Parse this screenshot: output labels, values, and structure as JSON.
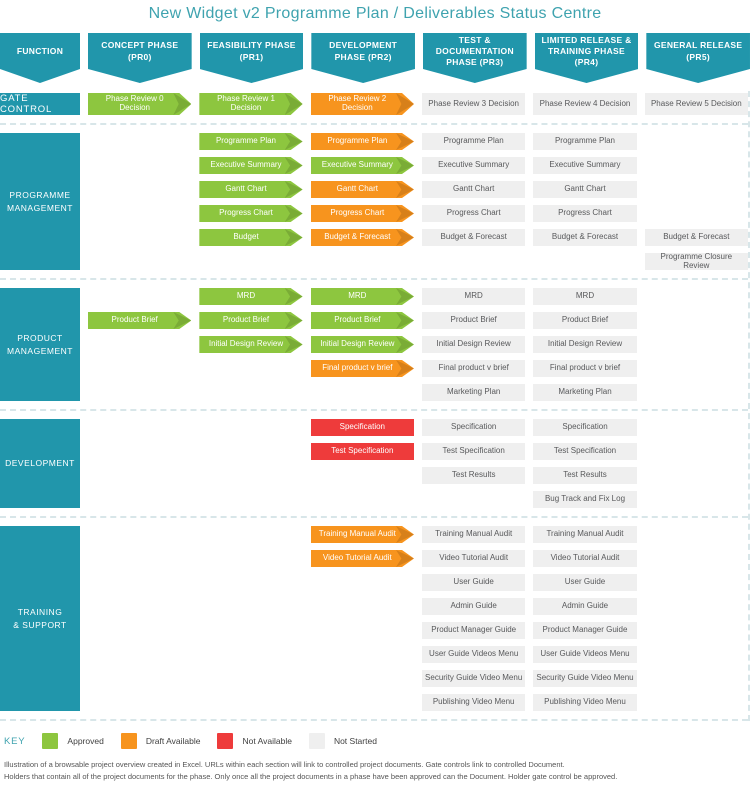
{
  "title": "New Widget v2 Programme Plan / Deliverables Status Centre",
  "colors": {
    "teal": "#2196AB",
    "title_teal": "#3FA3AF",
    "approved": "#8DC63F",
    "draft": "#F7941E",
    "not_available": "#EE3B3B",
    "not_started": "#EFEFEF",
    "dash": "#D8E6E9"
  },
  "columns": [
    {
      "label": "FUNCTION"
    },
    {
      "label": "CONCEPT PHASE (PR0)"
    },
    {
      "label": "FEASIBILITY PHASE (PR1)"
    },
    {
      "label": "DEVELOPMENT PHASE (PR2)"
    },
    {
      "label": "TEST & DOCUMENTATION PHASE (PR3)"
    },
    {
      "label": "LIMITED RELEASE & TRAINING PHASE (PR4)"
    },
    {
      "label": "GENERAL RELEASE (PR5)"
    }
  ],
  "gate_row": {
    "function_label": "GATE CONTROL",
    "cells": [
      {
        "col": 1,
        "text": "Phase Review 0 Decision",
        "status": "approved"
      },
      {
        "col": 2,
        "text": "Phase Review 1 Decision",
        "status": "approved"
      },
      {
        "col": 3,
        "text": "Phase Review 2 Decision",
        "status": "draft"
      },
      {
        "col": 4,
        "text": "Phase Review 3 Decision",
        "status": "not_started"
      },
      {
        "col": 5,
        "text": "Phase Review 4 Decision",
        "status": "not_started"
      },
      {
        "col": 6,
        "text": "Phase Review 5 Decision",
        "status": "not_started"
      }
    ]
  },
  "sections": [
    {
      "label": "PROGRAMME\nMANAGEMENT",
      "rows": 6,
      "cells": [
        {
          "row": 1,
          "col": 2,
          "text": "Programme Plan",
          "status": "approved"
        },
        {
          "row": 1,
          "col": 3,
          "text": "Programme Plan",
          "status": "draft"
        },
        {
          "row": 1,
          "col": 4,
          "text": "Programme Plan",
          "status": "not_started"
        },
        {
          "row": 1,
          "col": 5,
          "text": "Programme Plan",
          "status": "not_started"
        },
        {
          "row": 2,
          "col": 2,
          "text": "Executive Summary",
          "status": "approved"
        },
        {
          "row": 2,
          "col": 3,
          "text": "Executive Summary",
          "status": "approved"
        },
        {
          "row": 2,
          "col": 4,
          "text": "Executive Summary",
          "status": "not_started"
        },
        {
          "row": 2,
          "col": 5,
          "text": "Executive Summary",
          "status": "not_started"
        },
        {
          "row": 3,
          "col": 2,
          "text": "Gantt Chart",
          "status": "approved"
        },
        {
          "row": 3,
          "col": 3,
          "text": "Gantt Chart",
          "status": "draft"
        },
        {
          "row": 3,
          "col": 4,
          "text": "Gantt Chart",
          "status": "not_started"
        },
        {
          "row": 3,
          "col": 5,
          "text": "Gantt Chart",
          "status": "not_started"
        },
        {
          "row": 4,
          "col": 2,
          "text": "Progress Chart",
          "status": "approved"
        },
        {
          "row": 4,
          "col": 3,
          "text": "Progress Chart",
          "status": "draft"
        },
        {
          "row": 4,
          "col": 4,
          "text": "Progress Chart",
          "status": "not_started"
        },
        {
          "row": 4,
          "col": 5,
          "text": "Progress Chart",
          "status": "not_started"
        },
        {
          "row": 5,
          "col": 2,
          "text": "Budget",
          "status": "approved"
        },
        {
          "row": 5,
          "col": 3,
          "text": "Budget & Forecast",
          "status": "draft"
        },
        {
          "row": 5,
          "col": 4,
          "text": "Budget & Forecast",
          "status": "not_started"
        },
        {
          "row": 5,
          "col": 5,
          "text": "Budget & Forecast",
          "status": "not_started"
        },
        {
          "row": 5,
          "col": 6,
          "text": "Budget & Forecast",
          "status": "not_started"
        },
        {
          "row": 6,
          "col": 6,
          "text": "Programme Closure Review",
          "status": "not_started"
        }
      ]
    },
    {
      "label": "PRODUCT\nMANAGEMENT",
      "rows": 5,
      "cells": [
        {
          "row": 1,
          "col": 2,
          "text": "MRD",
          "status": "approved"
        },
        {
          "row": 1,
          "col": 3,
          "text": "MRD",
          "status": "approved"
        },
        {
          "row": 1,
          "col": 4,
          "text": "MRD",
          "status": "not_started"
        },
        {
          "row": 1,
          "col": 5,
          "text": "MRD",
          "status": "not_started"
        },
        {
          "row": 2,
          "col": 1,
          "text": "Product Brief",
          "status": "approved"
        },
        {
          "row": 2,
          "col": 2,
          "text": "Product Brief",
          "status": "approved"
        },
        {
          "row": 2,
          "col": 3,
          "text": "Product Brief",
          "status": "approved"
        },
        {
          "row": 2,
          "col": 4,
          "text": "Product Brief",
          "status": "not_started"
        },
        {
          "row": 2,
          "col": 5,
          "text": "Product Brief",
          "status": "not_started"
        },
        {
          "row": 3,
          "col": 2,
          "text": "Initial Design Review",
          "status": "approved"
        },
        {
          "row": 3,
          "col": 3,
          "text": "Initial Design Review",
          "status": "approved"
        },
        {
          "row": 3,
          "col": 4,
          "text": "Initial Design Review",
          "status": "not_started"
        },
        {
          "row": 3,
          "col": 5,
          "text": "Initial Design Review",
          "status": "not_started"
        },
        {
          "row": 4,
          "col": 3,
          "text": "Final product v brief",
          "status": "draft"
        },
        {
          "row": 4,
          "col": 4,
          "text": "Final product v brief",
          "status": "not_started"
        },
        {
          "row": 4,
          "col": 5,
          "text": "Final product v brief",
          "status": "not_started"
        },
        {
          "row": 5,
          "col": 4,
          "text": "Marketing Plan",
          "status": "not_started"
        },
        {
          "row": 5,
          "col": 5,
          "text": "Marketing Plan",
          "status": "not_started"
        }
      ]
    },
    {
      "label": "DEVELOPMENT",
      "rows": 4,
      "cells": [
        {
          "row": 1,
          "col": 3,
          "text": "Specification",
          "status": "not_available"
        },
        {
          "row": 1,
          "col": 4,
          "text": "Specification",
          "status": "not_started"
        },
        {
          "row": 1,
          "col": 5,
          "text": "Specification",
          "status": "not_started"
        },
        {
          "row": 2,
          "col": 3,
          "text": "Test Specification",
          "status": "not_available"
        },
        {
          "row": 2,
          "col": 4,
          "text": "Test Specification",
          "status": "not_started"
        },
        {
          "row": 2,
          "col": 5,
          "text": "Test Specification",
          "status": "not_started"
        },
        {
          "row": 3,
          "col": 4,
          "text": "Test Results",
          "status": "not_started"
        },
        {
          "row": 3,
          "col": 5,
          "text": "Test Results",
          "status": "not_started"
        },
        {
          "row": 4,
          "col": 5,
          "text": "Bug Track and Fix Log",
          "status": "not_started"
        }
      ]
    },
    {
      "label": "TRAINING\n& SUPPORT",
      "rows": 8,
      "cells": [
        {
          "row": 1,
          "col": 3,
          "text": "Training Manual Audit",
          "status": "draft"
        },
        {
          "row": 1,
          "col": 4,
          "text": "Training Manual Audit",
          "status": "not_started"
        },
        {
          "row": 1,
          "col": 5,
          "text": "Training Manual Audit",
          "status": "not_started"
        },
        {
          "row": 2,
          "col": 3,
          "text": "Video Tutorial Audit",
          "status": "draft"
        },
        {
          "row": 2,
          "col": 4,
          "text": "Video Tutorial Audit",
          "status": "not_started"
        },
        {
          "row": 2,
          "col": 5,
          "text": "Video Tutorial Audit",
          "status": "not_started"
        },
        {
          "row": 3,
          "col": 4,
          "text": "User Guide",
          "status": "not_started"
        },
        {
          "row": 3,
          "col": 5,
          "text": "User Guide",
          "status": "not_started"
        },
        {
          "row": 4,
          "col": 4,
          "text": "Admin Guide",
          "status": "not_started"
        },
        {
          "row": 4,
          "col": 5,
          "text": "Admin Guide",
          "status": "not_started"
        },
        {
          "row": 5,
          "col": 4,
          "text": "Product Manager Guide",
          "status": "not_started"
        },
        {
          "row": 5,
          "col": 5,
          "text": "Product Manager Guide",
          "status": "not_started"
        },
        {
          "row": 6,
          "col": 4,
          "text": "User Guide Videos Menu",
          "status": "not_started"
        },
        {
          "row": 6,
          "col": 5,
          "text": "User Guide Videos Menu",
          "status": "not_started"
        },
        {
          "row": 7,
          "col": 4,
          "text": "Security Guide Video Menu",
          "status": "not_started"
        },
        {
          "row": 7,
          "col": 5,
          "text": "Security Guide Video Menu",
          "status": "not_started"
        },
        {
          "row": 8,
          "col": 4,
          "text": "Publishing Video Menu",
          "status": "not_started"
        },
        {
          "row": 8,
          "col": 5,
          "text": "Publishing Video Menu",
          "status": "not_started"
        }
      ]
    }
  ],
  "legend": {
    "label": "KEY",
    "items": [
      {
        "label": "Approved",
        "status": "approved"
      },
      {
        "label": "Draft Available",
        "status": "draft"
      },
      {
        "label": "Not Available",
        "status": "not_available"
      },
      {
        "label": "Not Started",
        "status": "not_started"
      }
    ]
  },
  "footer": {
    "lines": [
      "Illustration of a browsable project overview created in Excel. URLs within each section will link to controlled project documents. Gate controls link to controlled Document.",
      "Holders that contain all of the project documents for the phase. Only once all the project documents in a phase have been approved can the Document. Holder gate control be approved."
    ]
  }
}
